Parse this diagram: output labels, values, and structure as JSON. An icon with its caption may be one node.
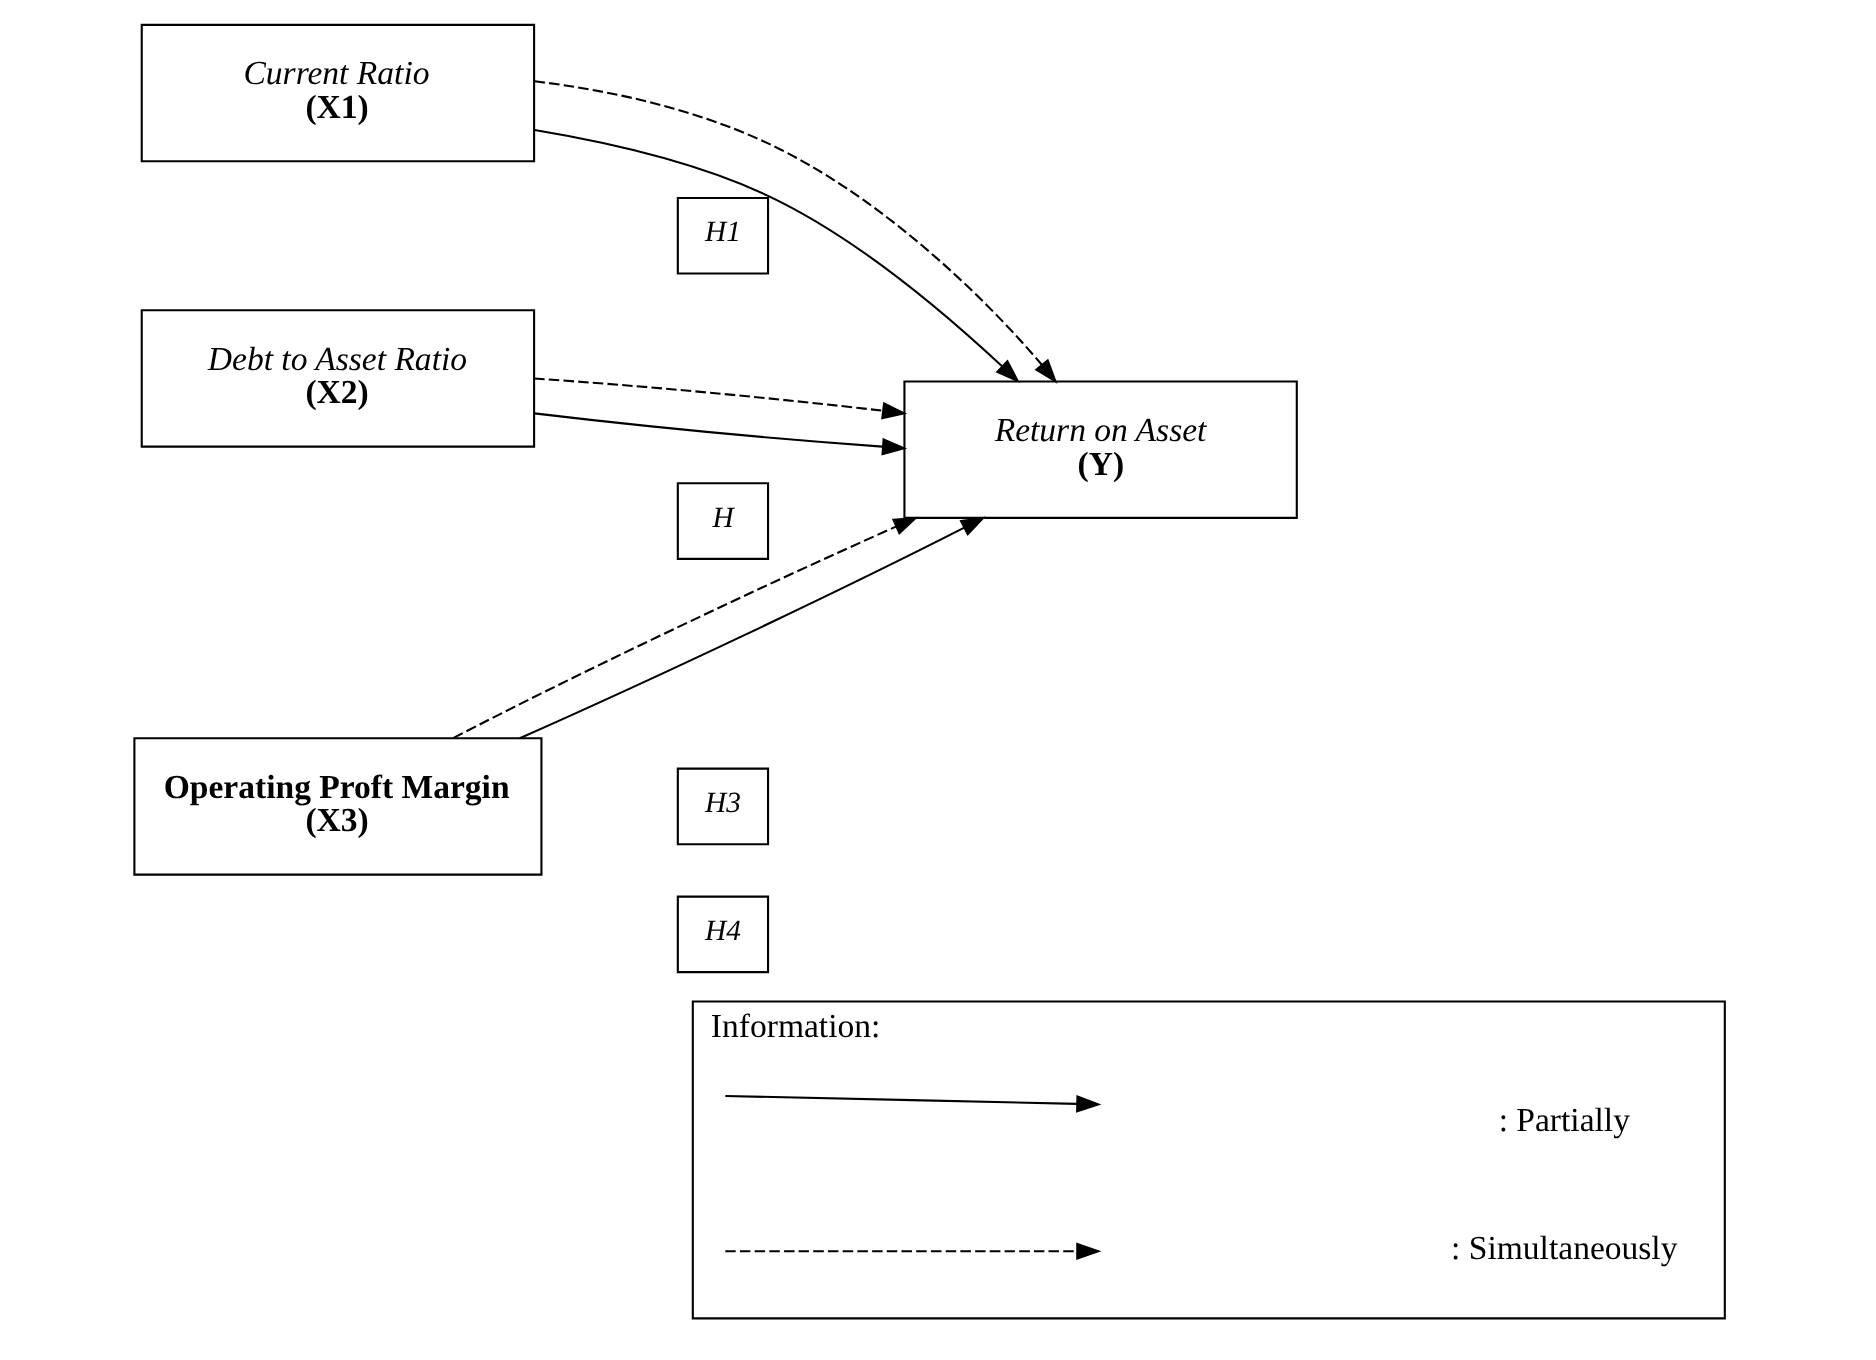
{
  "diagram": {
    "nodes": [
      {
        "text": [
          "Current Ratio",
          "(X1)"
        ]
      },
      {
        "text": [
          "Debt to Asset Ratio",
          "(X2)"
        ]
      },
      {
        "text": [
          "Operating Proft Margin",
          "(X3)"
        ]
      },
      {
        "text": [
          "Return on Asset",
          "(Y)"
        ]
      },
      {
        "text": [
          "H1"
        ]
      },
      {
        "text": [
          "H"
        ]
      },
      {
        "text": [
          "H3"
        ]
      },
      {
        "text": [
          "H4"
        ]
      },
      {
        "text": [
          "Information:"
        ]
      }
    ],
    "edges": [
      {
        "from": 0,
        "to": 3,
        "arrow": "to"
      },
      {
        "from": 1,
        "to": 3,
        "arrow": "to"
      },
      {
        "from": 2,
        "to": 3,
        "arrow": "to"
      },
      {
        "from": 0,
        "to": 3,
        "arrow": "to",
        "style": "dashed"
      },
      {
        "from": 1,
        "to": 3,
        "arrow": "to",
        "style": "dashed"
      },
      {
        "from": 2,
        "to": 3,
        "arrow": "to",
        "style": "dashed"
      }
    ],
    "legend": [
      {
        "text": ": Partially"
      },
      {
        "text": ": Simultaneously"
      }
    ]
  }
}
